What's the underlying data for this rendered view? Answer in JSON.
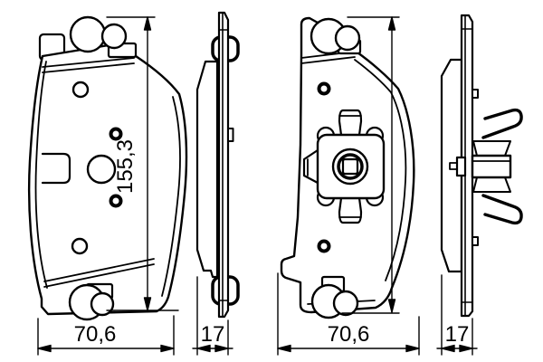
{
  "background_color": "#ffffff",
  "line_color": "#000000",
  "drawing_type": "brake-pad-set-orthographic-views",
  "views": {
    "front_outer": {
      "height_dim": "155,3",
      "width_dim": "70,6"
    },
    "side_outer": {
      "thickness_dim": "17"
    },
    "front_inner": {
      "width_dim": "70,6"
    },
    "side_inner": {
      "thickness_dim": "17"
    }
  }
}
